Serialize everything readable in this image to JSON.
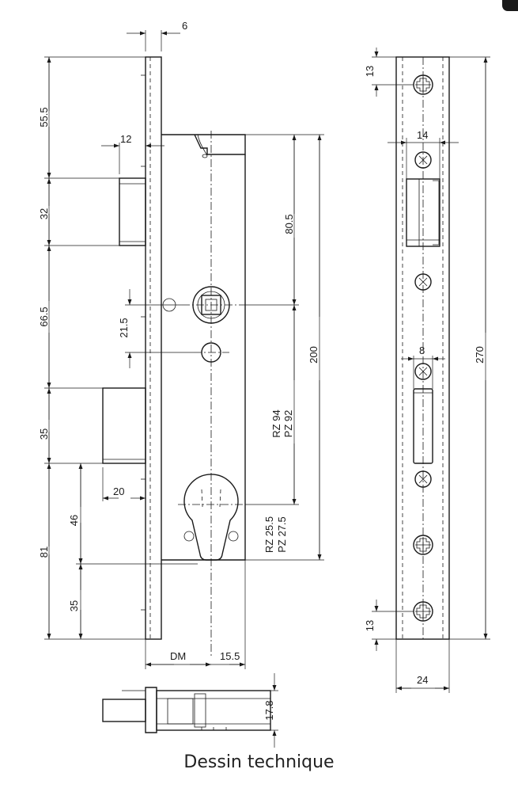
{
  "caption": "Dessin technique",
  "lock_dimensions": {
    "faceplate_thickness": "6",
    "top_to_latch": "55.5",
    "latch_height": "32",
    "latch_projection": "12",
    "latch_to_bolt": "66.5",
    "bolt_height": "35",
    "bolt_projection": "20",
    "bottom_offset": "81",
    "cyl_to_bottom": "46",
    "bottom_segment": "35",
    "spindle_gap": "21.5",
    "top_to_spindle": "80.5",
    "body_height": "200",
    "center_distance": "RZ 94\nPZ 92",
    "rz_label": "RZ 94",
    "pz_label": "PZ 92",
    "cyl_rz": "RZ 25.5",
    "cyl_pz": "PZ 27.5",
    "backset_label": "DM",
    "cyl_offset": "15.5",
    "depth": "17.8"
  },
  "strike_dimensions": {
    "top_screw": "13",
    "window_width": "14",
    "slot_width": "8",
    "total_length": "270",
    "bottom_screw": "13",
    "width": "24"
  }
}
